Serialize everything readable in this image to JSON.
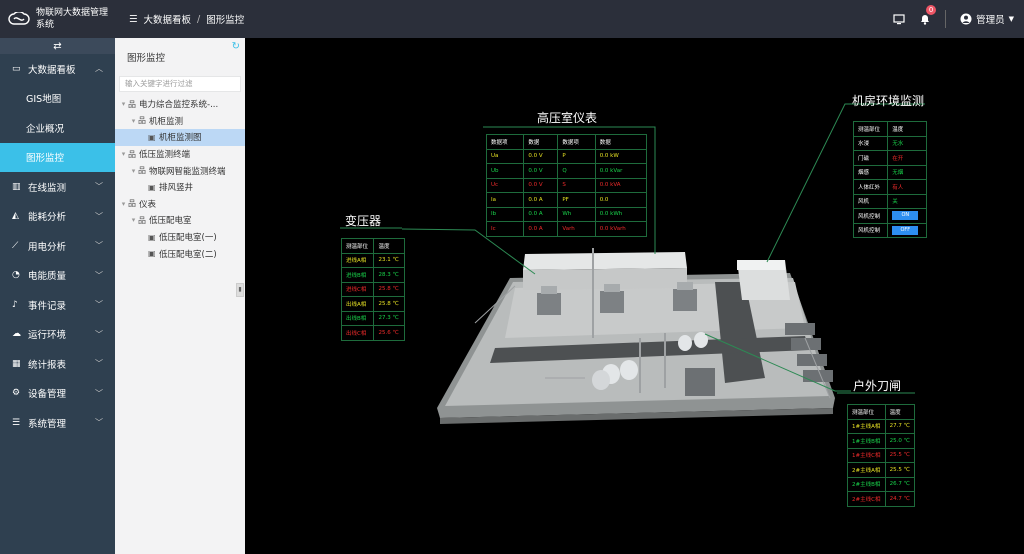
{
  "header": {
    "app_title_line1": "物联网大数据管理",
    "app_title_line2": "系统",
    "breadcrumb": [
      "大数据看板",
      "图形监控"
    ],
    "notification_count": "0",
    "user_name": "管理员"
  },
  "sidebar": {
    "items": [
      {
        "label": "大数据看板",
        "icon": "monitor-icon",
        "expanded": true
      },
      {
        "label": "GIS地图",
        "sub": true
      },
      {
        "label": "企业概况",
        "sub": true
      },
      {
        "label": "图形监控",
        "sub": true,
        "active": true
      },
      {
        "label": "在线监测",
        "icon": "bar-chart-icon"
      },
      {
        "label": "能耗分析",
        "icon": "area-chart-icon"
      },
      {
        "label": "用电分析",
        "icon": "line-chart-icon"
      },
      {
        "label": "电能质量",
        "icon": "dashboard-icon"
      },
      {
        "label": "事件记录",
        "icon": "bell-icon"
      },
      {
        "label": "运行环境",
        "icon": "cloud-icon"
      },
      {
        "label": "统计报表",
        "icon": "calculator-icon"
      },
      {
        "label": "设备管理",
        "icon": "gears-icon"
      },
      {
        "label": "系统管理",
        "icon": "list-icon"
      }
    ]
  },
  "tree": {
    "title": "图形监控",
    "search_placeholder": "输入关键字进行过滤",
    "nodes": [
      {
        "label": "电力综合监控系统-...",
        "level": 0,
        "type": "folder"
      },
      {
        "label": "机柜监测",
        "level": 1,
        "type": "folder"
      },
      {
        "label": "机柜监测图",
        "level": 2,
        "type": "image",
        "selected": true
      },
      {
        "label": "低压监测终端",
        "level": 0,
        "type": "folder"
      },
      {
        "label": "物联网智能监测终端",
        "level": 1,
        "type": "folder"
      },
      {
        "label": "排风竖井",
        "level": 2,
        "type": "image"
      },
      {
        "label": "仪表",
        "level": 0,
        "type": "folder"
      },
      {
        "label": "低压配电室",
        "level": 1,
        "type": "folder"
      },
      {
        "label": "低压配电室(一)",
        "level": 2,
        "type": "image"
      },
      {
        "label": "低压配电室(二)",
        "level": 2,
        "type": "image"
      }
    ]
  },
  "scene": {
    "hv_room": {
      "title": "高压室仪表",
      "headers": [
        "数据项",
        "数据",
        "数据项",
        "数据"
      ],
      "rows": [
        [
          {
            "t": "Ua",
            "c": "y"
          },
          {
            "t": "0.0 V",
            "c": "y"
          },
          {
            "t": "P",
            "c": "y"
          },
          {
            "t": "0.0 kW",
            "c": "y"
          }
        ],
        [
          {
            "t": "Ub",
            "c": "g"
          },
          {
            "t": "0.0 V",
            "c": "g"
          },
          {
            "t": "Q",
            "c": "g"
          },
          {
            "t": "0.0 kVar",
            "c": "g"
          }
        ],
        [
          {
            "t": "Uc",
            "c": "r"
          },
          {
            "t": "0.0 V",
            "c": "r"
          },
          {
            "t": "S",
            "c": "r"
          },
          {
            "t": "0.0 kVA",
            "c": "r"
          }
        ],
        [
          {
            "t": "Ia",
            "c": "y"
          },
          {
            "t": "0.0 A",
            "c": "y"
          },
          {
            "t": "PF",
            "c": "y"
          },
          {
            "t": "0.0",
            "c": "y"
          }
        ],
        [
          {
            "t": "Ib",
            "c": "g"
          },
          {
            "t": "0.0 A",
            "c": "g"
          },
          {
            "t": "Wh",
            "c": "g"
          },
          {
            "t": "0.0 kWh",
            "c": "g"
          }
        ],
        [
          {
            "t": "Ic",
            "c": "r"
          },
          {
            "t": "0.0 A",
            "c": "r"
          },
          {
            "t": "Varh",
            "c": "r"
          },
          {
            "t": "0.0 kVarh",
            "c": "r"
          }
        ]
      ]
    },
    "transformer": {
      "title": "变压器",
      "headers": [
        "测温部位",
        "温度"
      ],
      "rows": [
        [
          {
            "t": "进线A相",
            "c": "y"
          },
          {
            "t": "23.1 ℃",
            "c": "y"
          }
        ],
        [
          {
            "t": "进线B相",
            "c": "g"
          },
          {
            "t": "28.3 ℃",
            "c": "g"
          }
        ],
        [
          {
            "t": "进线C相",
            "c": "r"
          },
          {
            "t": "25.8 ℃",
            "c": "r"
          }
        ],
        [
          {
            "t": "出线A相",
            "c": "y"
          },
          {
            "t": "25.8 ℃",
            "c": "y"
          }
        ],
        [
          {
            "t": "出线B相",
            "c": "g"
          },
          {
            "t": "27.3 ℃",
            "c": "g"
          }
        ],
        [
          {
            "t": "出线C相",
            "c": "r"
          },
          {
            "t": "25.6 ℃",
            "c": "r"
          }
        ]
      ]
    },
    "machine_room": {
      "title": "机房环境监测",
      "headers": [
        "测温部位",
        "温度"
      ],
      "rows": [
        [
          {
            "t": "水浸",
            "c": "w"
          },
          {
            "t": "无水",
            "c": "g"
          }
        ],
        [
          {
            "t": "门磁",
            "c": "w"
          },
          {
            "t": "在开",
            "c": "r"
          }
        ],
        [
          {
            "t": "烟感",
            "c": "w"
          },
          {
            "t": "无烟",
            "c": "g"
          }
        ],
        [
          {
            "t": "人体红外",
            "c": "w"
          },
          {
            "t": "有人",
            "c": "r"
          }
        ],
        [
          {
            "t": "风机",
            "c": "w"
          },
          {
            "t": "关",
            "c": "g"
          }
        ],
        [
          {
            "t": "风机控制",
            "c": "w"
          },
          {
            "t": "ON",
            "c": "btn"
          }
        ],
        [
          {
            "t": "风机控制",
            "c": "w"
          },
          {
            "t": "OFF",
            "c": "btn"
          }
        ]
      ]
    },
    "outdoor_switch": {
      "title": "户外刀闸",
      "headers": [
        "测温部位",
        "温度"
      ],
      "rows": [
        [
          {
            "t": "1#主线A相",
            "c": "y"
          },
          {
            "t": "27.7 ℃",
            "c": "y"
          }
        ],
        [
          {
            "t": "1#主线B相",
            "c": "g"
          },
          {
            "t": "25.0 ℃",
            "c": "g"
          }
        ],
        [
          {
            "t": "1#主线C相",
            "c": "r"
          },
          {
            "t": "25.5 ℃",
            "c": "r"
          }
        ],
        [
          {
            "t": "2#主线A相",
            "c": "y"
          },
          {
            "t": "25.5 ℃",
            "c": "y"
          }
        ],
        [
          {
            "t": "2#主线B相",
            "c": "g"
          },
          {
            "t": "26.7 ℃",
            "c": "g"
          }
        ],
        [
          {
            "t": "2#主线C相",
            "c": "r"
          },
          {
            "t": "24.7 ℃",
            "c": "r"
          }
        ]
      ]
    }
  },
  "colors": {
    "header_bg": "#2b2f3a",
    "sidebar_bg": "#2f4050",
    "active_item": "#3bc0e8",
    "table_border": "#1e6b3c"
  }
}
